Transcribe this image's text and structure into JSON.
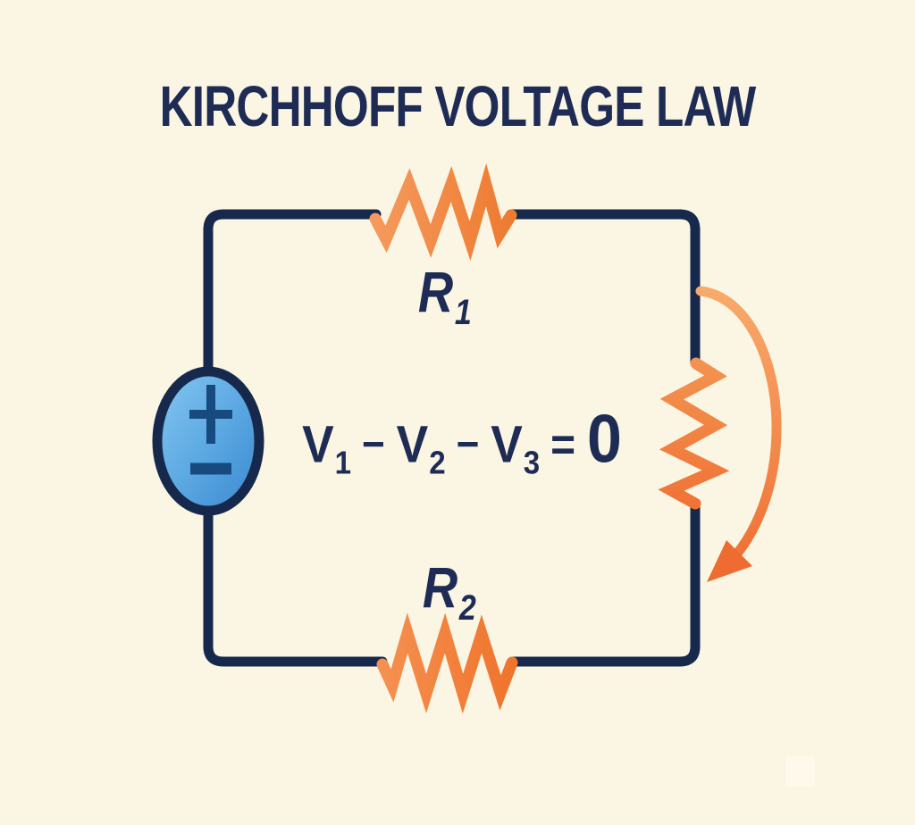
{
  "title": "KIRCHHOFF VOLTAGE LAW",
  "labels": {
    "r1": {
      "base": "R",
      "sub": "1"
    },
    "r2": {
      "base": "R",
      "sub": "2"
    }
  },
  "equation": {
    "v1": {
      "base": "V",
      "sub": "1"
    },
    "minus1": "−",
    "v2": {
      "base": "V",
      "sub": "2"
    },
    "minus2": "−",
    "v3": {
      "base": "V",
      "sub": "3"
    },
    "equals": "=",
    "zero": "0"
  },
  "icons": {
    "voltage_source": "ellipse-with-plus-minus",
    "resistor": "orange-zigzag",
    "loop_arrow": "curved-clockwise-arrow"
  },
  "colors": {
    "background": "#fbf5e3",
    "ink": "#16294c",
    "title": "#1e2c55",
    "orange": "#f08038",
    "source_fill_light": "#7fc3ee",
    "source_fill_dark": "#3a87cf",
    "source_symbol": "#174a7e",
    "arrow_light": "#f8ab6b",
    "arrow_dark": "#ee6c31"
  }
}
